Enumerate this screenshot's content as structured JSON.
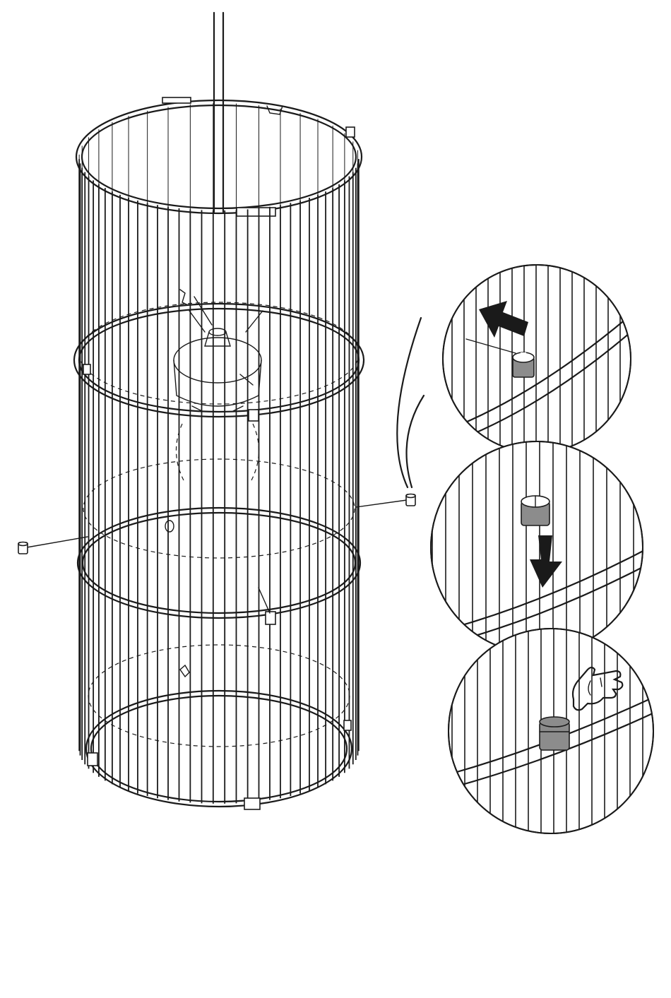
{
  "colors": {
    "line": "#1a1a1a",
    "clip_fill": "#8c8c8c",
    "background": "#ffffff"
  },
  "icons": {
    "assembly": "wire-cage-lamp-shade",
    "detail_1": "clip-slide-up-arrow",
    "detail_2": "clip-slide-down-arrow",
    "detail_3": "pointing-hand-icon"
  }
}
